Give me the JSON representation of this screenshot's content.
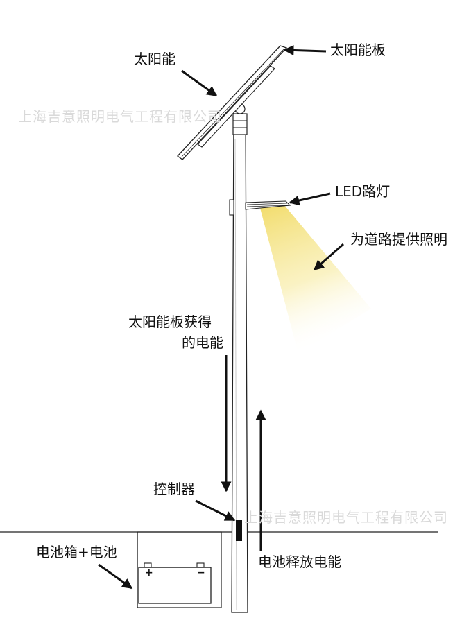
{
  "labels": {
    "solar_energy": "太阳能",
    "solar_panel": "太阳能板",
    "led_light": "LED路灯",
    "lighting": "为道路提供照明",
    "panel_energy_line1": "太阳能板获得",
    "panel_energy_line2": "的电能",
    "controller": "控制器",
    "battery_box": "电池箱+电池",
    "battery_release": "电池释放电能",
    "plus_sign": "+",
    "minus_sign": "−"
  },
  "watermark": {
    "text": "上海吉意照明电气工程有限公司"
  },
  "colors": {
    "line": "#111111",
    "beam": "#f3e07a",
    "watermark": "#d9d9d9"
  }
}
